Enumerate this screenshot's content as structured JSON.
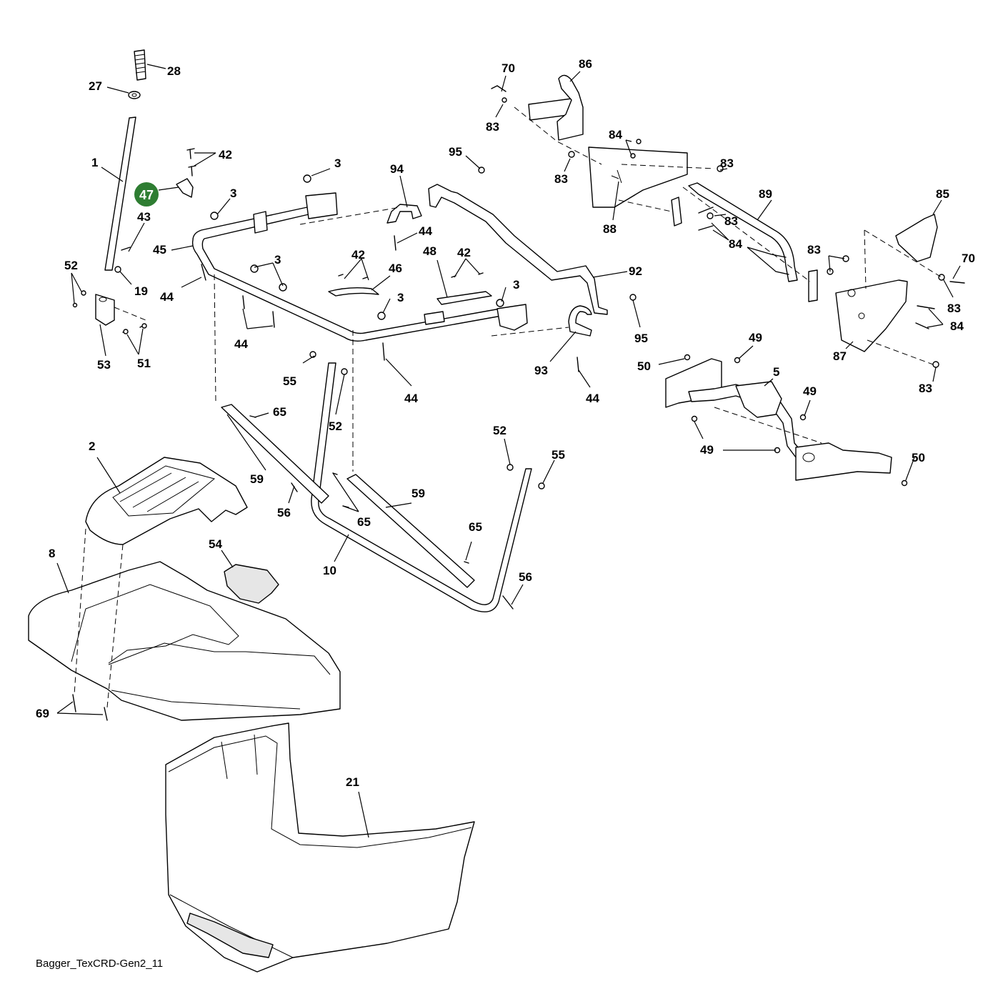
{
  "callouts": [
    {
      "id": "28",
      "label": "28"
    },
    {
      "id": "27",
      "label": "27"
    },
    {
      "id": "1",
      "label": "1"
    },
    {
      "id": "42a",
      "label": "42"
    },
    {
      "id": "47",
      "label": "47"
    },
    {
      "id": "43",
      "label": "43"
    },
    {
      "id": "45",
      "label": "45"
    },
    {
      "id": "3a",
      "label": "3"
    },
    {
      "id": "3b",
      "label": "3"
    },
    {
      "id": "3c",
      "label": "3"
    },
    {
      "id": "3d",
      "label": "3"
    },
    {
      "id": "3e",
      "label": "3"
    },
    {
      "id": "94",
      "label": "94"
    },
    {
      "id": "95a",
      "label": "95"
    },
    {
      "id": "44a",
      "label": "44"
    },
    {
      "id": "44b",
      "label": "44"
    },
    {
      "id": "44c",
      "label": "44"
    },
    {
      "id": "44d",
      "label": "44"
    },
    {
      "id": "44e",
      "label": "44"
    },
    {
      "id": "42b",
      "label": "42"
    },
    {
      "id": "42c",
      "label": "42"
    },
    {
      "id": "46",
      "label": "46"
    },
    {
      "id": "48",
      "label": "48"
    },
    {
      "id": "92",
      "label": "92"
    },
    {
      "id": "95b",
      "label": "95"
    },
    {
      "id": "93",
      "label": "93"
    },
    {
      "id": "52a",
      "label": "52"
    },
    {
      "id": "19",
      "label": "19"
    },
    {
      "id": "53",
      "label": "53"
    },
    {
      "id": "51",
      "label": "51"
    },
    {
      "id": "55a",
      "label": "55"
    },
    {
      "id": "52b",
      "label": "52"
    },
    {
      "id": "65a",
      "label": "65"
    },
    {
      "id": "59a",
      "label": "59"
    },
    {
      "id": "56a",
      "label": "56"
    },
    {
      "id": "65b",
      "label": "65"
    },
    {
      "id": "59b",
      "label": "59"
    },
    {
      "id": "10",
      "label": "10"
    },
    {
      "id": "52c",
      "label": "52"
    },
    {
      "id": "55b",
      "label": "55"
    },
    {
      "id": "65c",
      "label": "65"
    },
    {
      "id": "56b",
      "label": "56"
    },
    {
      "id": "2",
      "label": "2"
    },
    {
      "id": "54",
      "label": "54"
    },
    {
      "id": "8",
      "label": "8"
    },
    {
      "id": "69",
      "label": "69"
    },
    {
      "id": "21",
      "label": "21"
    },
    {
      "id": "70a",
      "label": "70"
    },
    {
      "id": "86",
      "label": "86"
    },
    {
      "id": "83a",
      "label": "83"
    },
    {
      "id": "84a",
      "label": "84"
    },
    {
      "id": "83b",
      "label": "83"
    },
    {
      "id": "83c",
      "label": "83"
    },
    {
      "id": "89",
      "label": "89"
    },
    {
      "id": "83d",
      "label": "83"
    },
    {
      "id": "88",
      "label": "88"
    },
    {
      "id": "84b",
      "label": "84"
    },
    {
      "id": "85",
      "label": "85"
    },
    {
      "id": "83e",
      "label": "83"
    },
    {
      "id": "70b",
      "label": "70"
    },
    {
      "id": "83f",
      "label": "83"
    },
    {
      "id": "84c",
      "label": "84"
    },
    {
      "id": "87",
      "label": "87"
    },
    {
      "id": "83g",
      "label": "83"
    },
    {
      "id": "49a",
      "label": "49"
    },
    {
      "id": "50a",
      "label": "50"
    },
    {
      "id": "5",
      "label": "5"
    },
    {
      "id": "49b",
      "label": "49"
    },
    {
      "id": "49c",
      "label": "49"
    },
    {
      "id": "50b",
      "label": "50"
    }
  ],
  "highlight": {
    "label": "47",
    "color": "#2e7d32"
  },
  "caption": "Bagger_TexCRD-Gen2_11"
}
